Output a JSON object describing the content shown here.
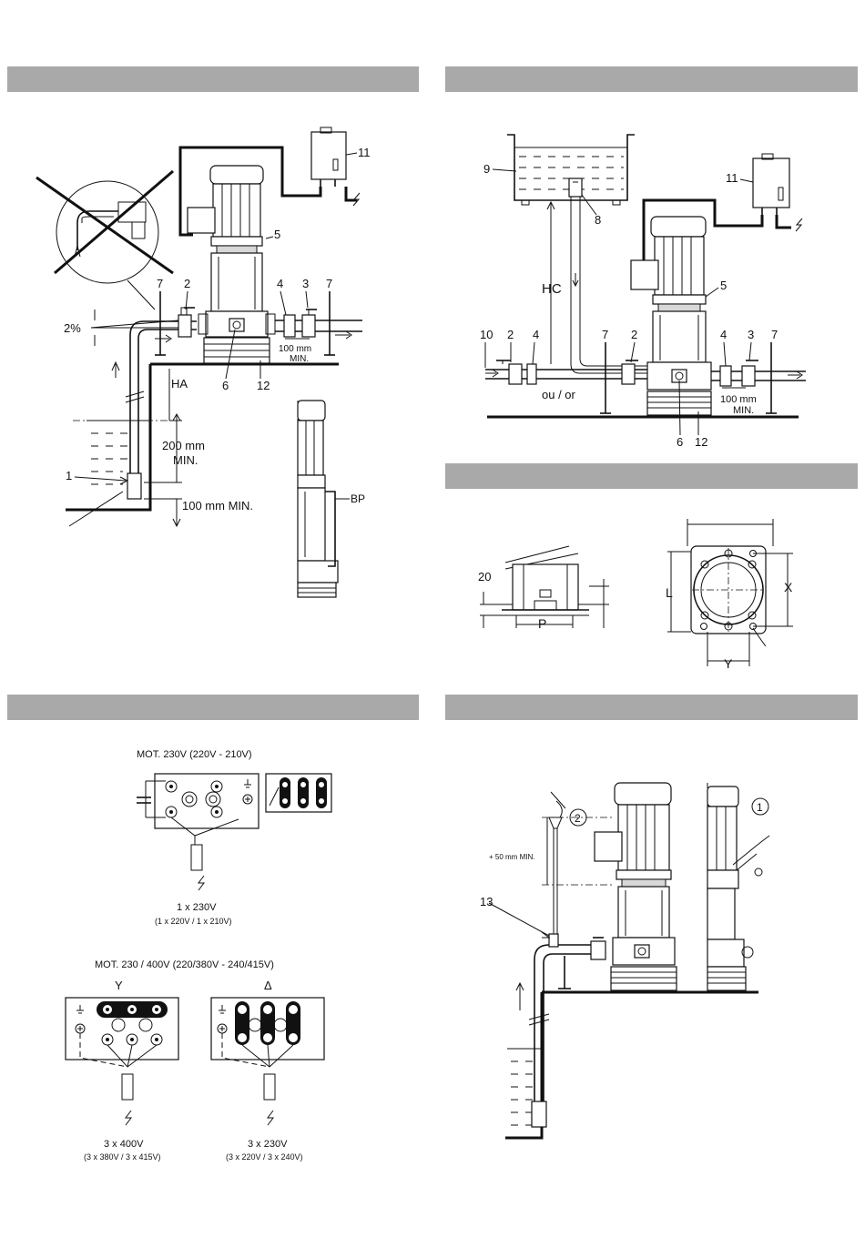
{
  "sections": {
    "s1": {
      "title": ""
    },
    "s2": {
      "title": ""
    },
    "s3": {
      "title": ""
    },
    "s4": {
      "title": ""
    },
    "s5": {
      "title": ""
    }
  },
  "fig1": {
    "labels": {
      "n11": "11",
      "n5": "5",
      "n7a": "7",
      "n2": "2",
      "n4": "4",
      "n3": "3",
      "n7b": "7",
      "n6": "6",
      "n12": "12",
      "n1": "1",
      "slope": "2%",
      "ha": "HA",
      "dist100": "100 mm",
      "min": "MIN.",
      "depth200": "200 mm",
      "depth200min": "MIN.",
      "bottom100": "100 mm MIN.",
      "bp": "BP"
    }
  },
  "fig2": {
    "labels": {
      "n9": "9",
      "n8": "8",
      "n11": "11",
      "hc": "HC",
      "n5": "5",
      "n10": "10",
      "n2a": "2",
      "n4a": "4",
      "n7a": "7",
      "n2b": "2",
      "n4b": "4",
      "n3": "3",
      "n7b": "7",
      "ouor": "ou / or",
      "dist100": "100 mm",
      "min": "MIN.",
      "n6": "6",
      "n12": "12"
    }
  },
  "fig3": {
    "labels": {
      "n20": "20",
      "p": "P",
      "l": "L",
      "x": "X",
      "y": "Y"
    }
  },
  "fig4": {
    "mono_title": "MOT. 230V (220V - 210V)",
    "mono_volt": "1 x 230V",
    "mono_volt_sub": "(1 x 220V / 1 x 210V)",
    "tri_title": "MOT. 230 / 400V (220/380V - 240/415V)",
    "star_symbol": "Y",
    "delta_symbol": "Δ",
    "star_volt": "3 x 400V",
    "star_volt_sub": "(3 x 380V / 3 x 415V)",
    "delta_volt": "3 x 230V",
    "delta_volt_sub": "(3 x 220V / 3 x 240V)"
  },
  "fig5": {
    "labels": {
      "n13": "13",
      "c2": "2",
      "c1": "1",
      "min50": "+ 50 mm MIN."
    }
  }
}
